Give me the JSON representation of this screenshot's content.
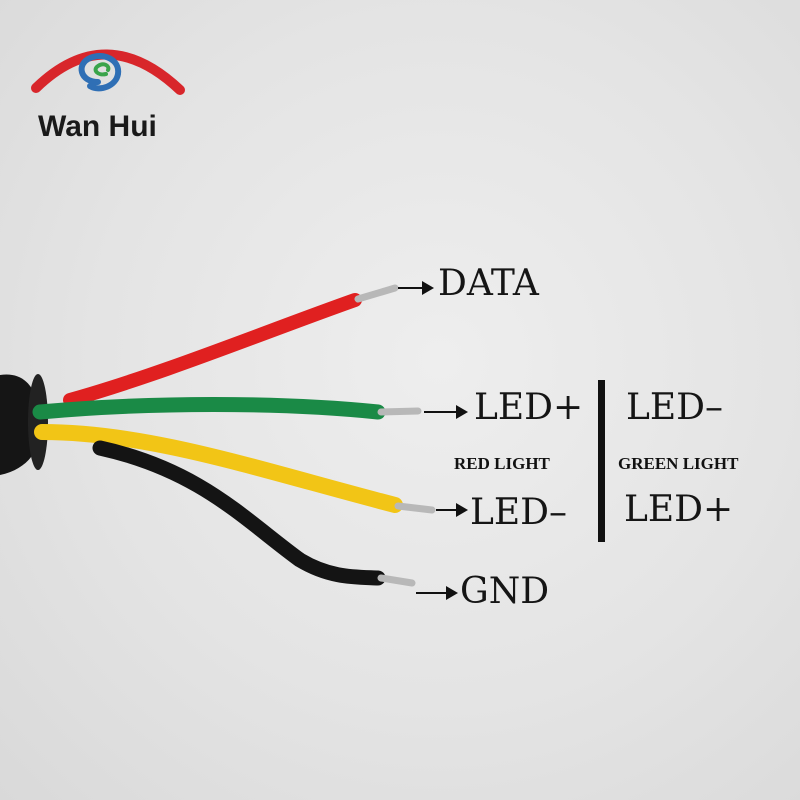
{
  "brand": {
    "name": "Wan Hui",
    "colors": {
      "arc": "#d8262b",
      "swirl_blue": "#2f6fb5",
      "swirl_green": "#3aa44a"
    }
  },
  "labels": {
    "data": "DATA",
    "led_plus_red": "LED+",
    "led_minus_green": "LED–",
    "red_light": "RED LIGHT",
    "green_light": "GREEN LIGHT",
    "led_minus_red": "LED–",
    "led_plus_green": "LED+",
    "gnd": "GND"
  },
  "wires": {
    "red": "#e02020",
    "green": "#1a8a46",
    "yellow": "#f2c516",
    "black": "#141414"
  }
}
